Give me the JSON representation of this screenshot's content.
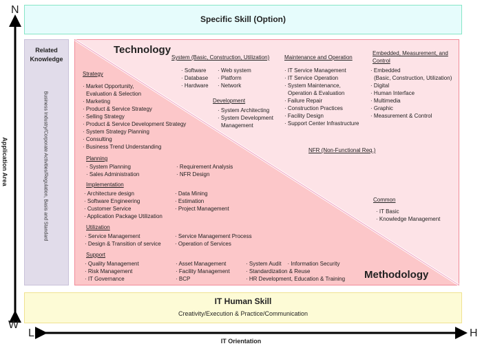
{
  "axes": {
    "vertical_label": "Application Area",
    "top": "N",
    "bottom": "W",
    "horizontal_label": "IT Orientation",
    "left": "L",
    "right": "H"
  },
  "specific_skill": {
    "title": "Specific Skill (Option)"
  },
  "related_knowledge": {
    "title": "Related Knowledge",
    "body": "Business Industry/Corporate Activities/Regulation, Basis and Standard"
  },
  "technology": {
    "title": "Technology",
    "system": {
      "heading": "System (Basic, Construction, Utilization)",
      "col1": [
        "Software",
        "Database",
        "Hardware"
      ],
      "col2": [
        "Web system",
        "Platform",
        "Network"
      ]
    },
    "development": {
      "heading": "Development",
      "items": [
        "System Architecting",
        "System Development",
        "Management"
      ]
    },
    "maintenance": {
      "heading": "Maintenance and Operation",
      "items": [
        "IT Service Management",
        "IT Service Operation",
        "System Maintenance,",
        "Operation & Evaluation",
        "Failure Repair",
        "Construction  Practices",
        "Facility Design",
        "Support Center Infrastructure"
      ]
    },
    "embedded": {
      "heading1": "Embedded, Measurement, and",
      "heading2": "Control",
      "items": [
        "Embedded",
        "(Basic, Construction, Utilization)",
        "Digital",
        "Human Interface",
        "Multimedia",
        "Graphic",
        "Measurement & Control"
      ]
    },
    "nfr": "NFR (Non-Functional Req.)",
    "common": {
      "heading": "Common",
      "items": [
        "IT Basic",
        "Knowledge Management"
      ]
    }
  },
  "methodology": {
    "title": "Methodology",
    "strategy": {
      "heading": "Strategy",
      "items": [
        "Market Opportunity,",
        "Evaluation & Selection",
        "Marketing",
        "Product & Service Strategy",
        "Selling Strategy",
        "Product & Service Development  Strategy",
        "System Strategy Planning",
        "Consulting",
        "Business Trend Understanding"
      ]
    },
    "planning": {
      "heading": "Planning",
      "col1": [
        "System Planning",
        "Sales Administration"
      ],
      "col2": [
        "Requirement Analysis",
        "NFR Design"
      ]
    },
    "implementation": {
      "heading": "Implementation",
      "col1": [
        "Architecture design",
        "Software Engineering",
        "Customer Service",
        "Application Package Utilization"
      ],
      "col2": [
        "Data Mining",
        "Estimation",
        "Project Management"
      ]
    },
    "utilization": {
      "heading": "Utilization",
      "col1": [
        "Service Management",
        "Design & Transition of service"
      ],
      "col2": [
        "Service Management Process",
        "Operation of Services"
      ]
    },
    "support": {
      "heading": "Support",
      "col1": [
        "Quality Management",
        "Risk Management",
        "IT Governance"
      ],
      "col2": [
        "Asset Management",
        "Facility Management",
        "BCP"
      ],
      "col3a": "System Audit",
      "col3b": "Information Security",
      "col3": [
        "Standardization & Reuse",
        "HR Development, Education & Training"
      ]
    }
  },
  "human_skill": {
    "title": "IT Human Skill",
    "subtitle": "Creativity/Execution & Practice/Communication"
  },
  "colors": {
    "specific_bg": "#e6fcfc",
    "specific_border": "#86e6c6",
    "related_bg": "#e1dcea",
    "related_border": "#c9c1d9",
    "tech_bg": "#fde3e7",
    "method_bg": "#fcc7c9",
    "main_border": "#f08a98",
    "human_bg": "#fdfbd6",
    "human_border": "#f0e290"
  }
}
